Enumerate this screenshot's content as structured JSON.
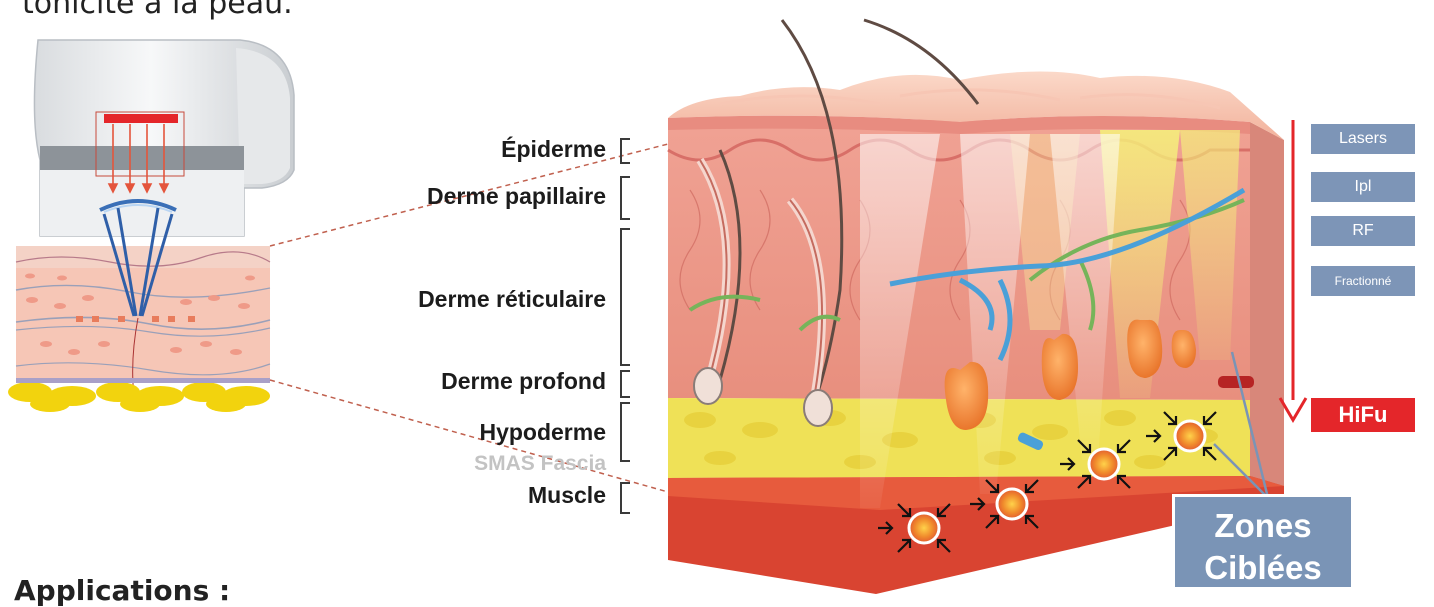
{
  "intro_text_fragment": "tonicité à la peau.",
  "applications_heading": "Applications :",
  "layers": [
    {
      "label": "Épiderme"
    },
    {
      "label": "Derme papillaire"
    },
    {
      "label": "Derme réticulaire"
    },
    {
      "label": "Derme profond"
    },
    {
      "label": "Hypoderme"
    },
    {
      "label": "SMAS Fascia"
    },
    {
      "label": "Muscle"
    }
  ],
  "technologies": [
    {
      "label": "Lasers"
    },
    {
      "label": "Ipl"
    },
    {
      "label": "RF"
    },
    {
      "label": "Fractionné"
    }
  ],
  "hifu_label": "HiFu",
  "zones_label_line1": "Zones",
  "zones_label_line2": "Ciblées",
  "colors": {
    "arrow_red": "#e4262a",
    "tech_blue": "#7d95b7",
    "skin_pink": "#f2b7a6",
    "fat_yellow": "#f2e25a",
    "muscle_red": "#d9402f"
  }
}
